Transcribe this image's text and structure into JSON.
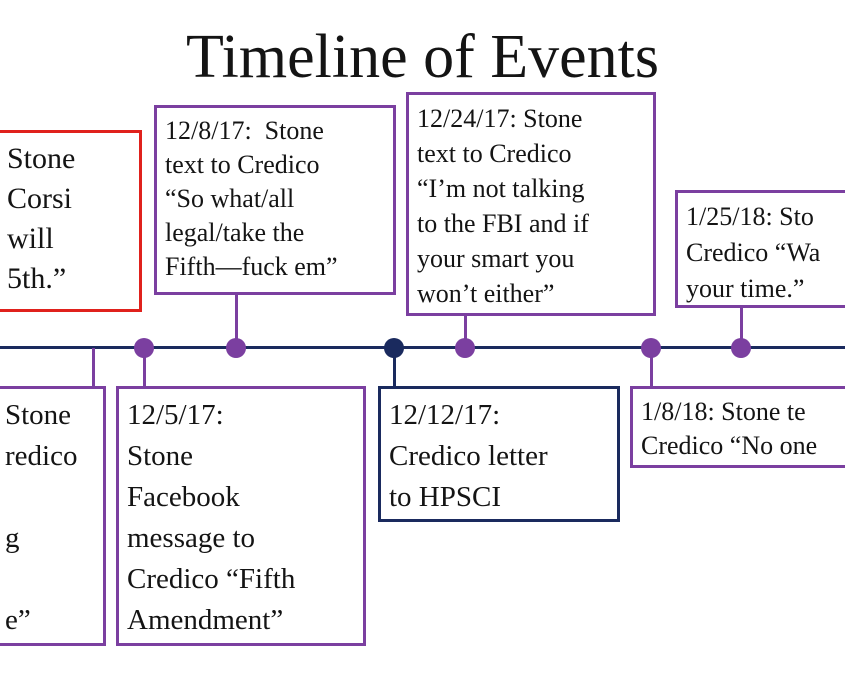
{
  "title": "Timeline of Events",
  "colors": {
    "axis": "#1a2a5e",
    "purple": "#7b3fa0",
    "red": "#e0211c",
    "navy": "#1a2a5e"
  },
  "events": {
    "e_left_top": "Stone\nCorsi\nwill\n5th.”",
    "e_left_bottom": "Stone\nredico\n\ng\n\ne”",
    "e_12_5_17": "12/5/17:\nStone\nFacebook\nmessage to\nCredico “Fifth\nAmendment”",
    "e_12_8_17": "12/8/17:  Stone\ntext to Credico\n“So what/all\nlegal/take the\nFifth—fuck em”",
    "e_12_12_17": "12/12/17:\nCredico letter\nto HPSCI",
    "e_12_24_17": "12/24/17: Stone\ntext to Credico\n“I’m not talking\nto the FBI and if\nyour smart you\nwon’t either”",
    "e_1_8_18": "1/8/18: Stone te\nCredico “No one",
    "e_1_25_18": "1/25/18: Sto\nCredico “Wa\nyour time.”"
  }
}
